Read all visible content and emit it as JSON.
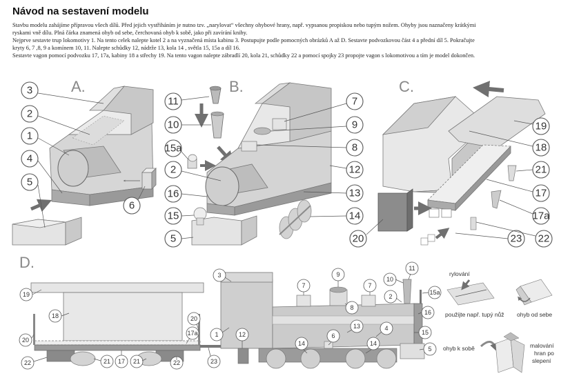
{
  "title": "Návod na sestavení modelu",
  "paragraphs": [
    "Stavbu modelu zahájíme přípravou všech dílů. Před jejich vystřiháním je nutno tzv. „narylovat“ všechny ohybové hrany, např. vypsanou propiskou nebo tupým nožem. Ohyby jsou naznačeny krátkými",
    "ryskami vně dílu. Plná čárka znamená ohyb od sebe, čerchovaná ohyb k sobě, jako při zavírání knihy.",
    "Nejprve sestavte trup lokomotivy 1. Na tento celek nalepte kotel 2 a na vyznačená místa kabinu 3. Postupujte podle pomocných obrázků A až D. Sestavte podvozkovou část 4 a přední díl 5. Pokračujte",
    "kryty 6, 7 ,8, 9 a komínem 10, 11. Nalepte schůdky 12, nádrže 13, kola 14 , světla 15, 15a a díl 16.",
    "Sestavte vagon pomocí podvozku 17, 17a, kabiny 18 a střechy 19. Na tento vagon nalepte zábradlí 20, kola 21, schůdky 22 a pomocí spojky 23 propojte vagon s lokomotivou a tím je model dokončen."
  ],
  "sections": {
    "a": "A.",
    "b": "B.",
    "c": "C.",
    "d": "D."
  },
  "callouts": {
    "a": [
      "3",
      "2",
      "1",
      "4",
      "5",
      "6"
    ],
    "b": [
      "11",
      "10",
      "15a",
      "2",
      "16",
      "15",
      "5",
      "7",
      "9",
      "8",
      "12",
      "13",
      "14"
    ],
    "c": [
      "19",
      "18",
      "21",
      "17",
      "17a",
      "20",
      "23",
      "22"
    ],
    "d": [
      "19",
      "18",
      "20",
      "22",
      "21",
      "17",
      "21",
      "22",
      "20",
      "17a",
      "23",
      "3",
      "1",
      "12",
      "14",
      "7",
      "9",
      "8",
      "7",
      "10",
      "11",
      "2",
      "15a",
      "16",
      "13",
      "4",
      "6",
      "14",
      "15",
      "5"
    ]
  },
  "legend": {
    "scoring": "rylování",
    "tool_hint": "použijte např. tupý nůž",
    "fold_away": "ohyb od sebe",
    "fold_toward": "ohyb k sobě",
    "edge_paint_1": "malování",
    "edge_paint_2": "hran po",
    "edge_paint_3": "slepení"
  },
  "colors": {
    "light": "#e6e6e6",
    "mid": "#c4c4c4",
    "dark": "#8e8e8e",
    "darker": "#6e6e6e",
    "arrow": "#707070"
  }
}
